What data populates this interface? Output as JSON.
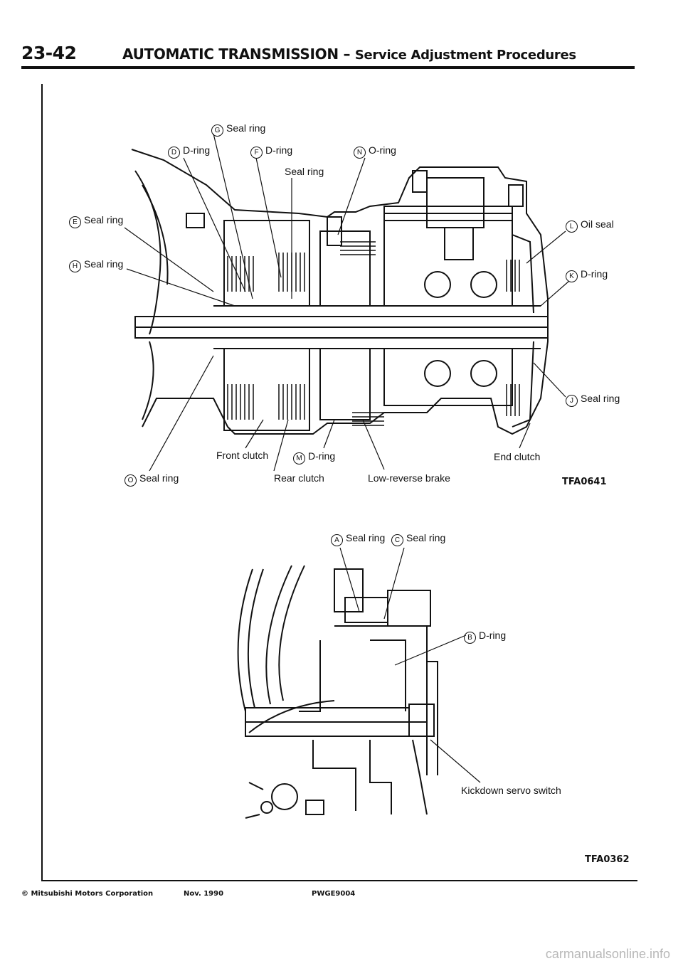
{
  "header": {
    "page_number": "23-42",
    "section": "AUTOMATIC TRANSMISSION",
    "separator": "–",
    "subsection": "Service Adjustment Procedures"
  },
  "figure1": {
    "code": "TFA0641",
    "labels": {
      "g": {
        "letter": "G",
        "text": "Seal ring"
      },
      "d": {
        "letter": "D",
        "text": "D-ring"
      },
      "f": {
        "letter": "F",
        "text": "D-ring"
      },
      "n": {
        "letter": "N",
        "text": "O-ring"
      },
      "plain_seal": {
        "text": "Seal ring"
      },
      "e": {
        "letter": "E",
        "text": "Seal ring"
      },
      "h": {
        "letter": "H",
        "text": "Seal ring"
      },
      "l": {
        "letter": "L",
        "text": "Oil seal"
      },
      "k": {
        "letter": "K",
        "text": "D-ring"
      },
      "j": {
        "letter": "J",
        "text": "Seal ring"
      },
      "front_clutch": {
        "text": "Front clutch"
      },
      "m": {
        "letter": "M",
        "text": "D-ring"
      },
      "end_clutch": {
        "text": "End clutch"
      },
      "o": {
        "letter": "O",
        "text": "Seal ring"
      },
      "rear_clutch": {
        "text": "Rear clutch"
      },
      "low_reverse": {
        "text": "Low-reverse brake"
      }
    }
  },
  "figure2": {
    "code": "TFA0362",
    "labels": {
      "a": {
        "letter": "A",
        "text": "Seal ring"
      },
      "c": {
        "letter": "C",
        "text": "Seal ring"
      },
      "b": {
        "letter": "B",
        "text": "D-ring"
      },
      "kickdown": {
        "text": "Kickdown servo switch"
      }
    }
  },
  "footer": {
    "copyright": "© Mitsubishi Motors Corporation",
    "date": "Nov. 1990",
    "doc_code": "PWGE9004"
  },
  "watermark": "carmanualsonline.info"
}
